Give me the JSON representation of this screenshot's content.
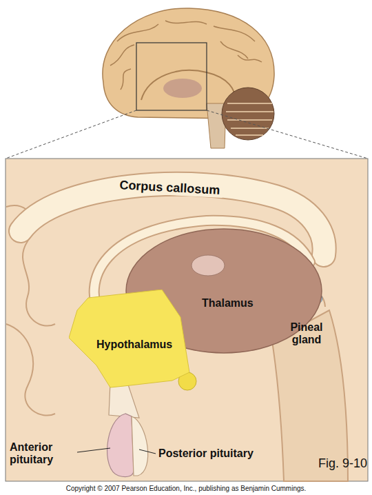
{
  "diagram": {
    "nodes": [
      {
        "text": [
          "Thalamus"
        ]
      },
      {
        "text": [
          "Hypothalamus"
        ]
      }
    ],
    "labels": [
      "Corpus callosum",
      "Pineal gland",
      "Anterior pituitary",
      "Posterior pituitary",
      "Fig. 9-10",
      "Copyright © 2007 Pearson Education, Inc., publishing as Benjamin Cummings."
    ]
  }
}
